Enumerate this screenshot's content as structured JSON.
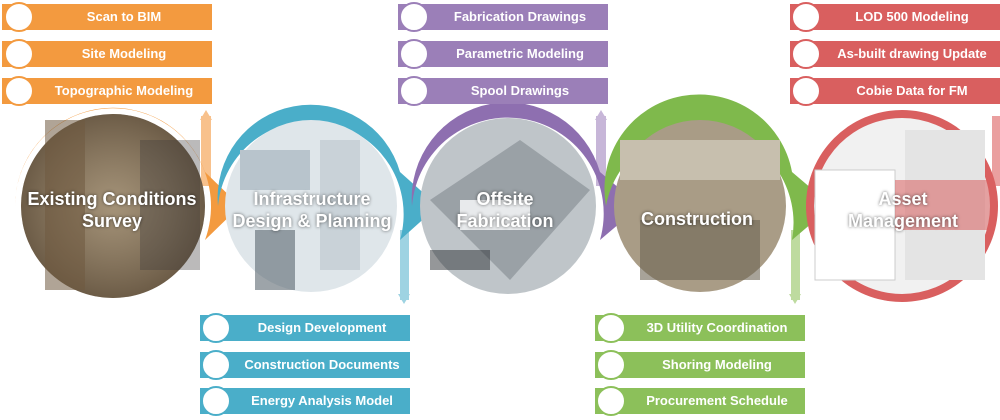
{
  "colors": {
    "orange": "#f39a3f",
    "teal": "#4aaec9",
    "purple": "#9b7fb8",
    "green": "#8cc05a",
    "red": "#d95f5f"
  },
  "stages": [
    {
      "title_line1": "Existing Conditions",
      "title_line2": "Survey",
      "color": "#f39a3f"
    },
    {
      "title_line1": "Infrastructure",
      "title_line2": "Design & Planning",
      "color": "#4aaec9"
    },
    {
      "title_line1": "Offsite",
      "title_line2": "Fabrication",
      "color": "#9b7fb8"
    },
    {
      "title_line1": "Construction",
      "title_line2": "",
      "color": "#8cc05a"
    },
    {
      "title_line1": "Asset",
      "title_line2": "Management",
      "color": "#d95f5f"
    }
  ],
  "top_groups": [
    {
      "color": "#f39a3f",
      "items": [
        "Scan to BIM",
        "Site Modeling",
        "Topographic Modeling"
      ]
    },
    {
      "color": "#9b7fb8",
      "items": [
        "Fabrication Drawings",
        "Parametric Modeling",
        "Spool Drawings"
      ]
    },
    {
      "color": "#d95f5f",
      "items": [
        "LOD 500 Modeling",
        "As-built drawing  Update",
        "Cobie Data for  FM"
      ]
    }
  ],
  "bottom_groups": [
    {
      "color": "#4aaec9",
      "items": [
        "Design Development",
        "Construction Documents",
        "Energy Analysis Model"
      ]
    },
    {
      "color": "#8cc05a",
      "items": [
        "3D Utility Coordination",
        "Shoring Modeling",
        "Procurement Schedule"
      ]
    }
  ]
}
